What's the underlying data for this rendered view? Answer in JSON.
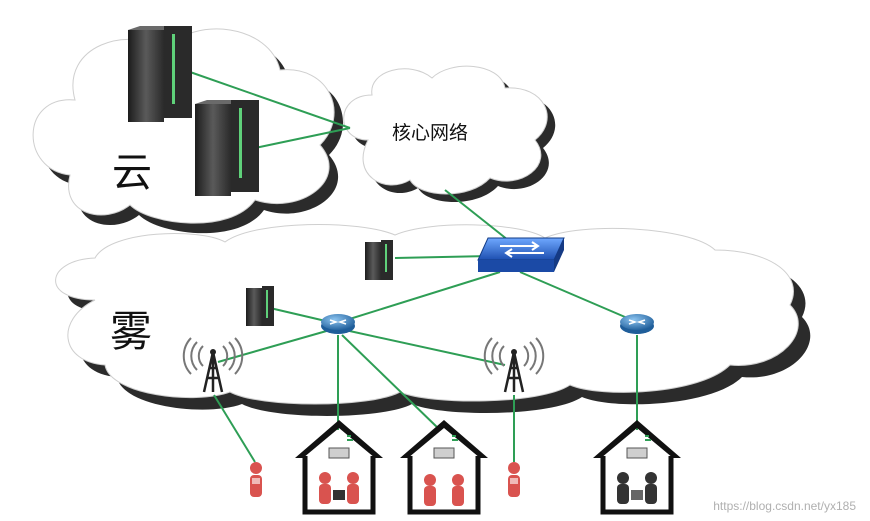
{
  "diagram": {
    "cloud_label": "云",
    "core_network_label": "核心网络",
    "fog_label": "雾",
    "watermark": "https://blog.csdn.net/yx185"
  },
  "colors": {
    "link": "#2e9e55",
    "cloud_fill": "#ffffff",
    "cloud_shadow": "#2b2b2b",
    "switch": "#2f6fd6",
    "router": "#3a86c9",
    "server": "#3d3d3d",
    "person": "#d9534f"
  },
  "icons": [
    "server-rack-icon",
    "switch-icon",
    "router-icon",
    "antenna-tower-icon",
    "house-icon",
    "person-icon"
  ]
}
